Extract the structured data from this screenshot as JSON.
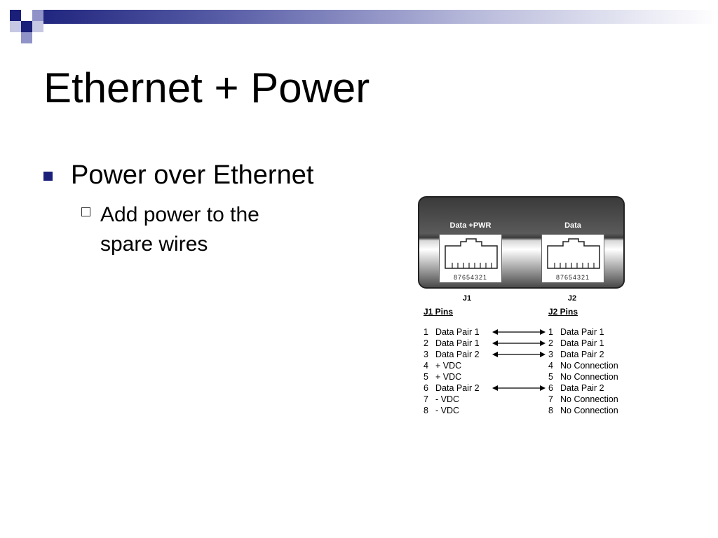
{
  "slide": {
    "title": "Ethernet + Power",
    "bullets": [
      {
        "text": "Power over Ethernet",
        "sub": [
          {
            "text": "Add power to the spare wires"
          }
        ]
      }
    ]
  },
  "diagram": {
    "ports": [
      {
        "label": "Data +PWR",
        "pin_numbers": "87654321",
        "jack": "J1"
      },
      {
        "label": "Data",
        "pin_numbers": "87654321",
        "jack": "J2"
      }
    ],
    "j1_header": "J1 Pins",
    "j2_header": "J2 Pins",
    "pins": [
      {
        "n": "1",
        "j1": "Data Pair 1",
        "j2": "Data Pair 1",
        "linked": true
      },
      {
        "n": "2",
        "j1": "Data Pair 1",
        "j2": "Data Pair 1",
        "linked": true
      },
      {
        "n": "3",
        "j1": "Data Pair 2",
        "j2": "Data Pair 2",
        "linked": true
      },
      {
        "n": "4",
        "j1": "+ VDC",
        "j2": "No Connection",
        "linked": false
      },
      {
        "n": "5",
        "j1": "+ VDC",
        "j2": "No Connection",
        "linked": false
      },
      {
        "n": "6",
        "j1": "Data Pair 2",
        "j2": "Data Pair 2",
        "linked": true
      },
      {
        "n": "7",
        "j1": "- VDC",
        "j2": "No Connection",
        "linked": false
      },
      {
        "n": "8",
        "j1": "- VDC",
        "j2": "No Connection",
        "linked": false
      }
    ]
  },
  "colors": {
    "accent": "#1a1f7a",
    "header_light": "#8f93c8"
  }
}
